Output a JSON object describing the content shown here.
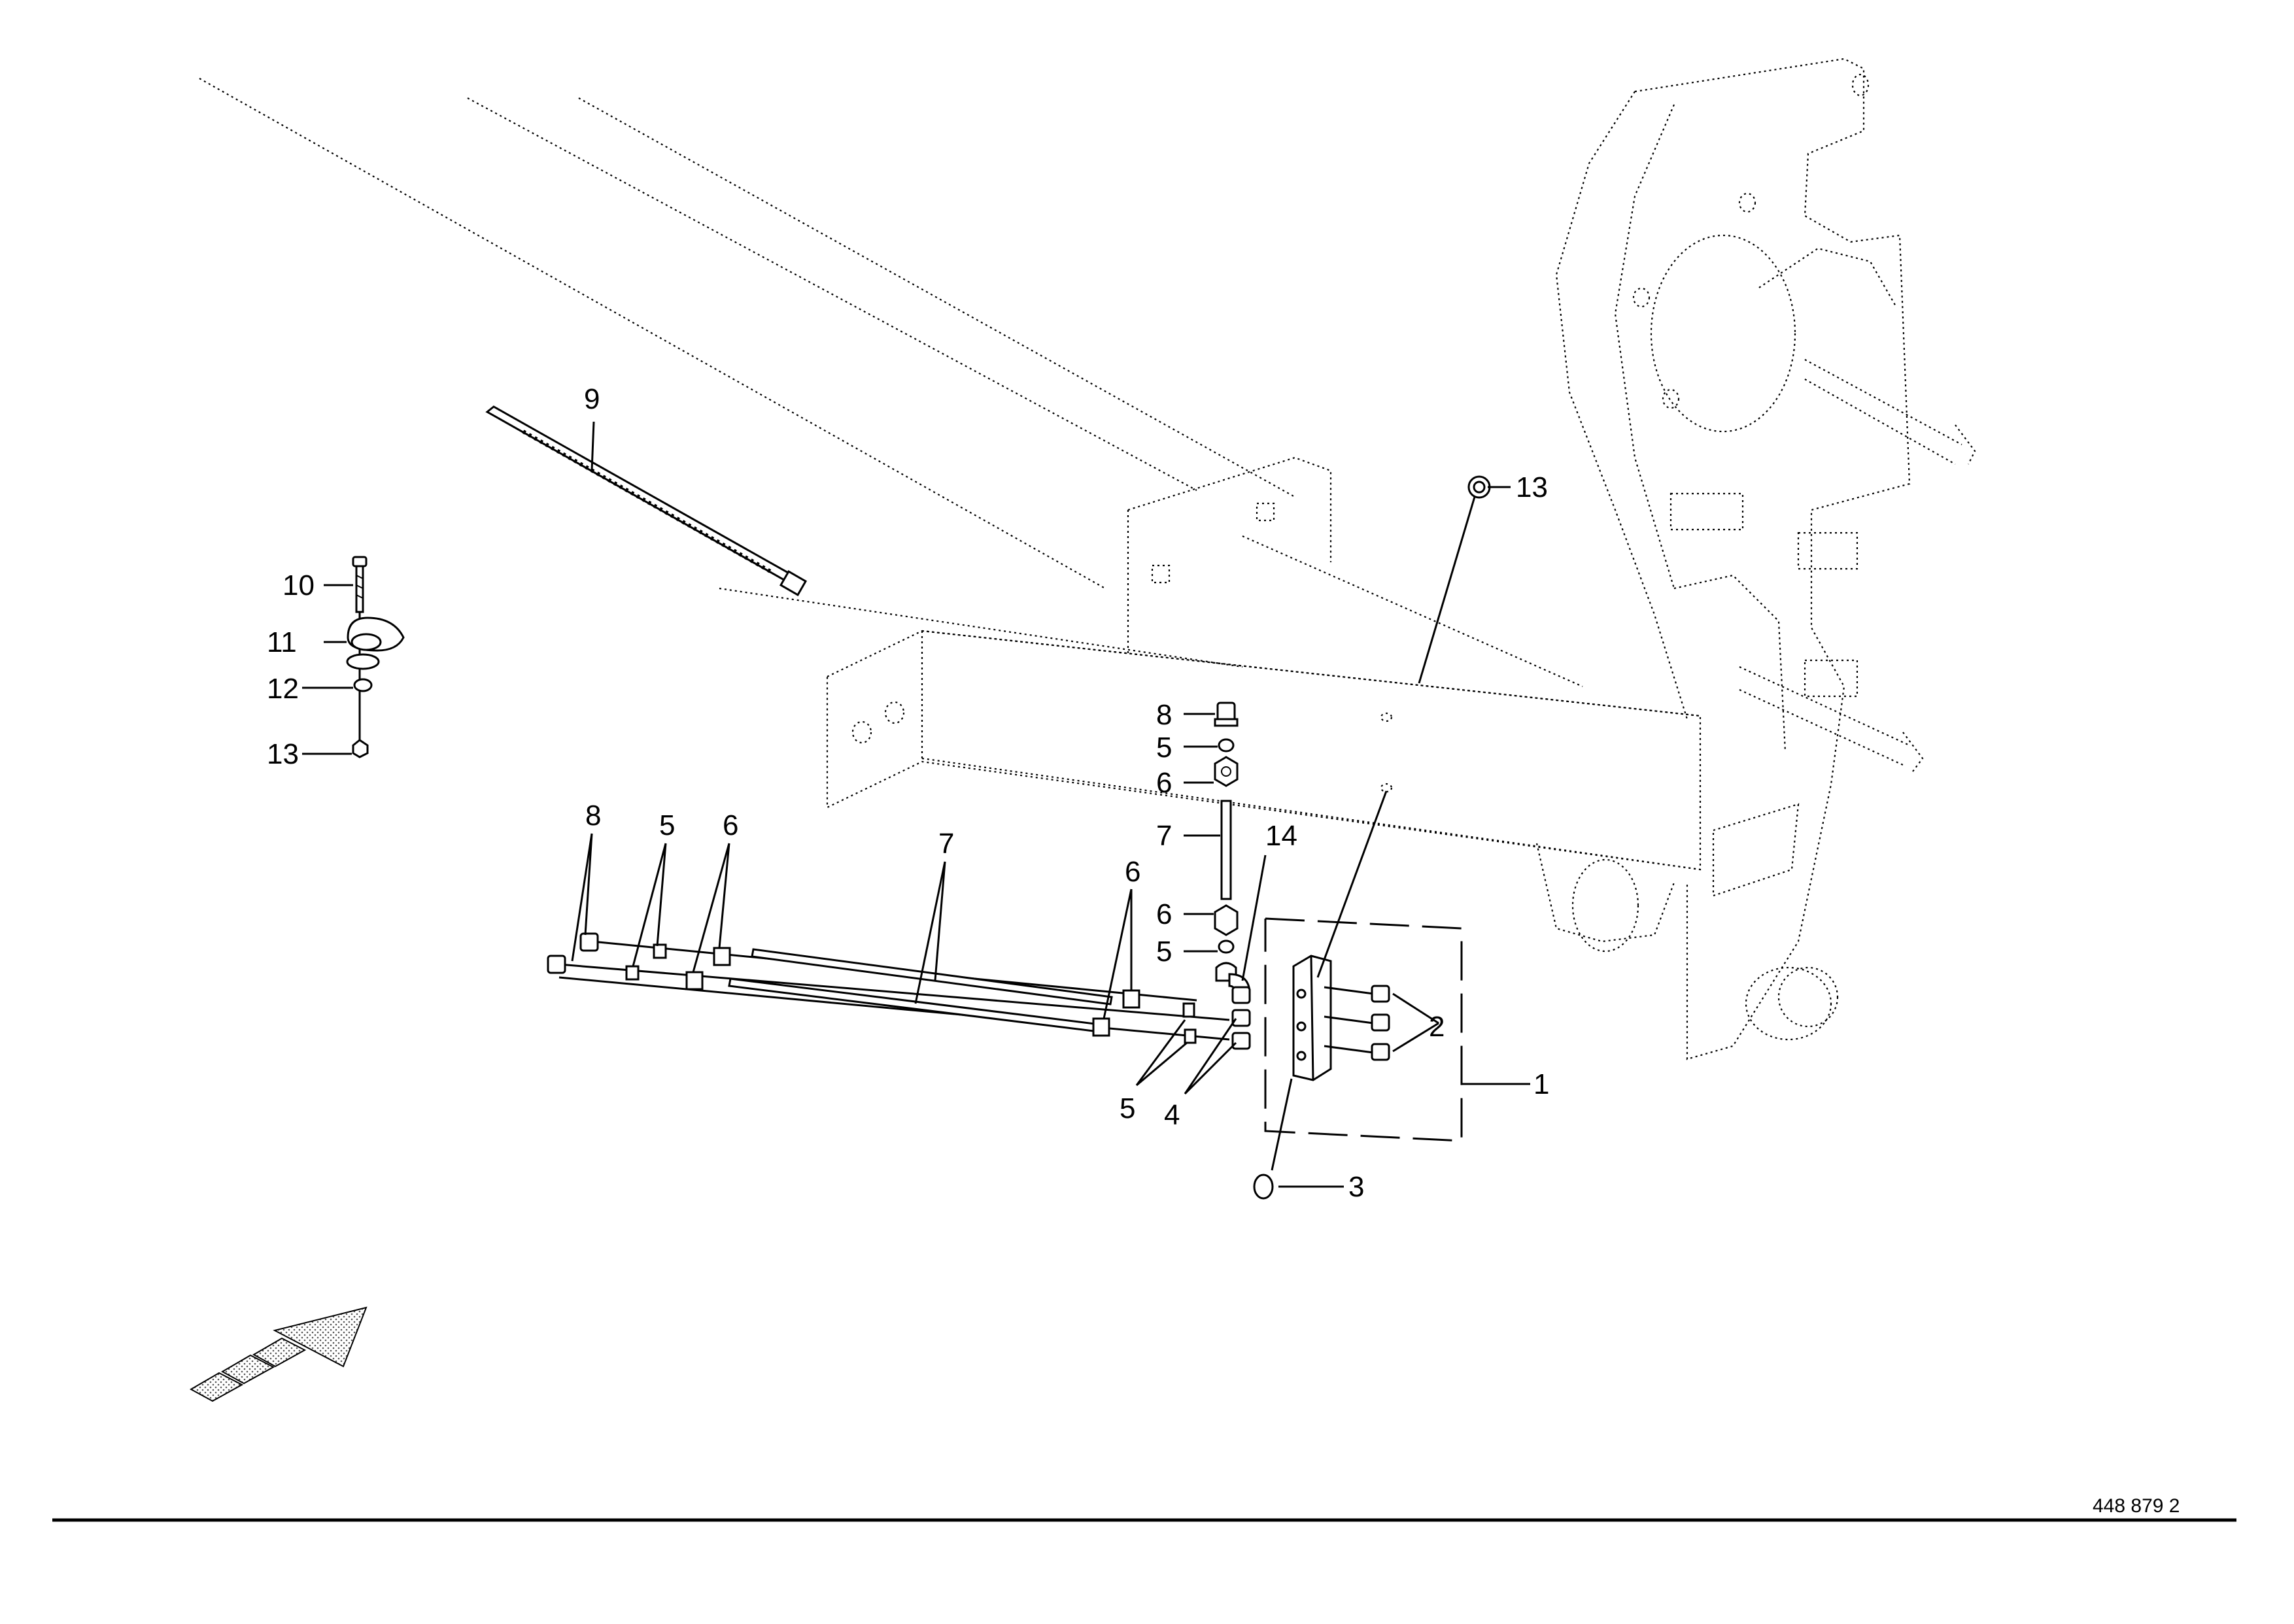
{
  "callouts": [
    {
      "id": "c1",
      "text": "1"
    },
    {
      "id": "c2",
      "text": "2"
    },
    {
      "id": "c3",
      "text": "3"
    },
    {
      "id": "c4",
      "text": "4"
    },
    {
      "id": "c5a",
      "text": "5"
    },
    {
      "id": "c5b",
      "text": "5"
    },
    {
      "id": "c5c",
      "text": "5"
    },
    {
      "id": "c5d",
      "text": "5"
    },
    {
      "id": "c6a",
      "text": "6"
    },
    {
      "id": "c6b",
      "text": "6"
    },
    {
      "id": "c6c",
      "text": "6"
    },
    {
      "id": "c6d",
      "text": "6"
    },
    {
      "id": "c7a",
      "text": "7"
    },
    {
      "id": "c7b",
      "text": "7"
    },
    {
      "id": "c8a",
      "text": "8"
    },
    {
      "id": "c8b",
      "text": "8"
    },
    {
      "id": "c9",
      "text": "9"
    },
    {
      "id": "c10",
      "text": "10"
    },
    {
      "id": "c11",
      "text": "11"
    },
    {
      "id": "c12",
      "text": "12"
    },
    {
      "id": "c13a",
      "text": "13"
    },
    {
      "id": "c13b",
      "text": "13"
    },
    {
      "id": "c14",
      "text": "14"
    }
  ],
  "drawing_number": "448 879 2"
}
